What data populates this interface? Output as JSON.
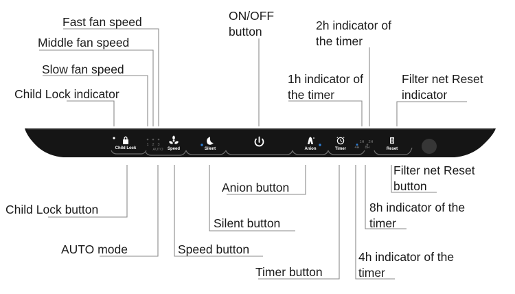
{
  "labels": {
    "fast_fan_speed": "Fast fan speed",
    "middle_fan_speed": "Middle fan speed",
    "slow_fan_speed": "Slow fan speed",
    "child_lock_indicator": "Child Lock indicator",
    "on_off_line1": "ON/OFF",
    "on_off_line2": "button",
    "timer_2h_line1": "2h indicator of",
    "timer_2h_line2": "the timer",
    "timer_1h_line1": "1h indicator of",
    "timer_1h_line2": "the timer",
    "filter_indicator_line1": "Filter net Reset",
    "filter_indicator_line2": "indicator",
    "child_lock_button": "Child Lock button",
    "auto_mode": "AUTO mode",
    "speed_button": "Speed button",
    "silent_button": "Silent button",
    "anion_button": "Anion button",
    "timer_button": "Timer button",
    "filter_button_line1": "Filter net Reset",
    "filter_button_line2": "button",
    "timer_8h_line1": "8h indicator of the",
    "timer_8h_line2": "timer",
    "timer_4h_line1": "4h indicator of the",
    "timer_4h_line2": "timer"
  },
  "panel": {
    "child_lock": "Child Lock",
    "auto": "AUTO",
    "speed": "Speed",
    "silent": "Silent",
    "anion": "Anion",
    "timer": "Timer",
    "reset": "Reset",
    "speed_levels": [
      "1",
      "2",
      "3"
    ],
    "timer_1h": "1H",
    "timer_2h": "2H",
    "timer_4h": "4H",
    "timer_8h": "8H"
  },
  "colors": {
    "panel_dark": "#151515",
    "indicator_blue": "#2f7fd6",
    "leader": "#8a8a8a"
  }
}
